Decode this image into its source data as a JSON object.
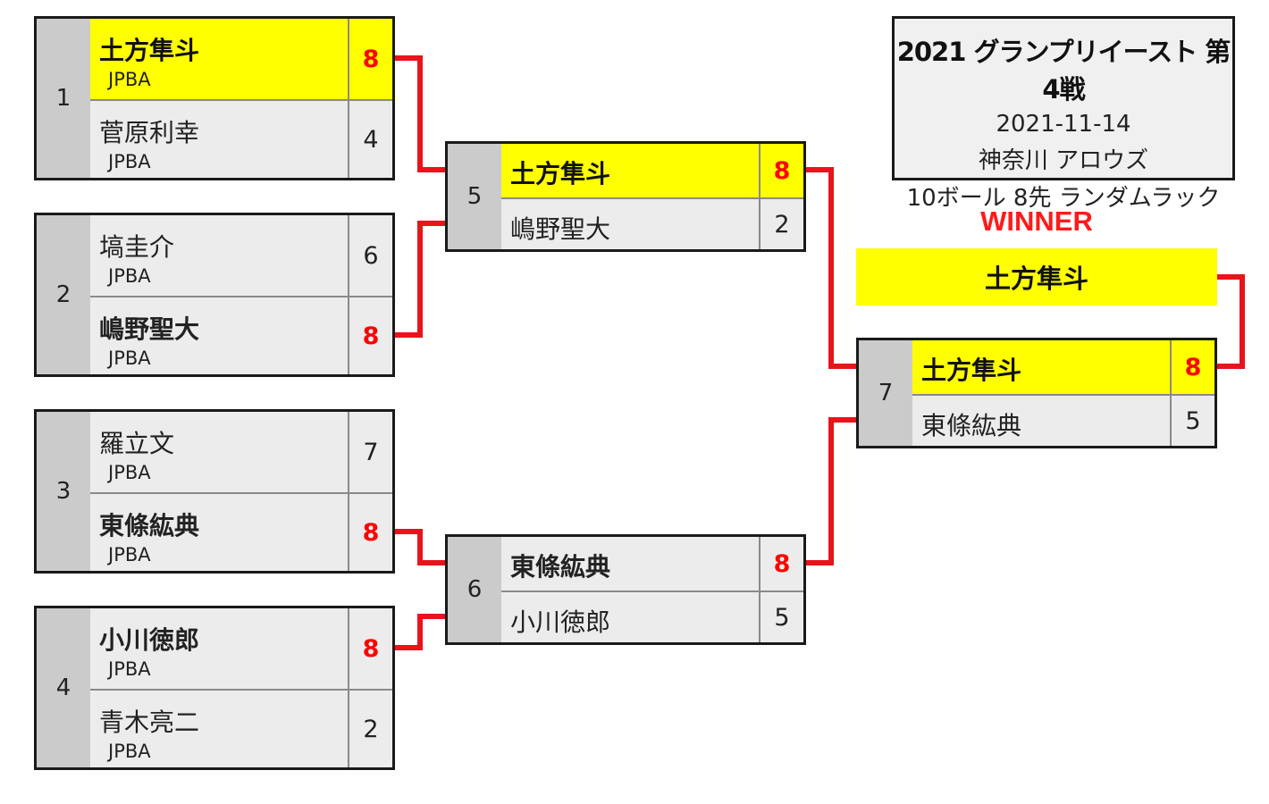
{
  "info": {
    "title": "2021 グランプリイースト 第4戦",
    "date": "2021-11-14",
    "venue": "神奈川 アロウズ",
    "rules": "10ボール 8先 ランダムラック"
  },
  "winner": {
    "label": "WINNER",
    "name": "土方隼斗"
  },
  "colors": {
    "winner_highlight": "#ffff00",
    "wire": "#e8141b",
    "winning_score": "#ff0000",
    "number_cell": "#cbcbcb",
    "cell_bg": "#ececec"
  },
  "matches": {
    "m1": {
      "number": "1",
      "p1": {
        "name": "土方隼斗",
        "assoc": "JPBA",
        "score": "8",
        "won": true
      },
      "p2": {
        "name": "菅原利幸",
        "assoc": "JPBA",
        "score": "4",
        "won": false
      }
    },
    "m2": {
      "number": "2",
      "p1": {
        "name": "塙圭介",
        "assoc": "JPBA",
        "score": "6",
        "won": false
      },
      "p2": {
        "name": "嶋野聖大",
        "assoc": "JPBA",
        "score": "8",
        "won": true
      }
    },
    "m3": {
      "number": "3",
      "p1": {
        "name": "羅立文",
        "assoc": "JPBA",
        "score": "7",
        "won": false
      },
      "p2": {
        "name": "東條紘典",
        "assoc": "JPBA",
        "score": "8",
        "won": true
      }
    },
    "m4": {
      "number": "4",
      "p1": {
        "name": "小川徳郎",
        "assoc": "JPBA",
        "score": "8",
        "won": true
      },
      "p2": {
        "name": "青木亮二",
        "assoc": "JPBA",
        "score": "2",
        "won": false
      }
    },
    "m5": {
      "number": "5",
      "p1": {
        "name": "土方隼斗",
        "score": "8",
        "won": true
      },
      "p2": {
        "name": "嶋野聖大",
        "score": "2",
        "won": false
      }
    },
    "m6": {
      "number": "6",
      "p1": {
        "name": "東條紘典",
        "score": "8",
        "won": true
      },
      "p2": {
        "name": "小川徳郎",
        "score": "5",
        "won": false
      }
    },
    "m7": {
      "number": "7",
      "p1": {
        "name": "土方隼斗",
        "score": "8",
        "won": true
      },
      "p2": {
        "name": "東條紘典",
        "score": "5",
        "won": false
      }
    }
  }
}
